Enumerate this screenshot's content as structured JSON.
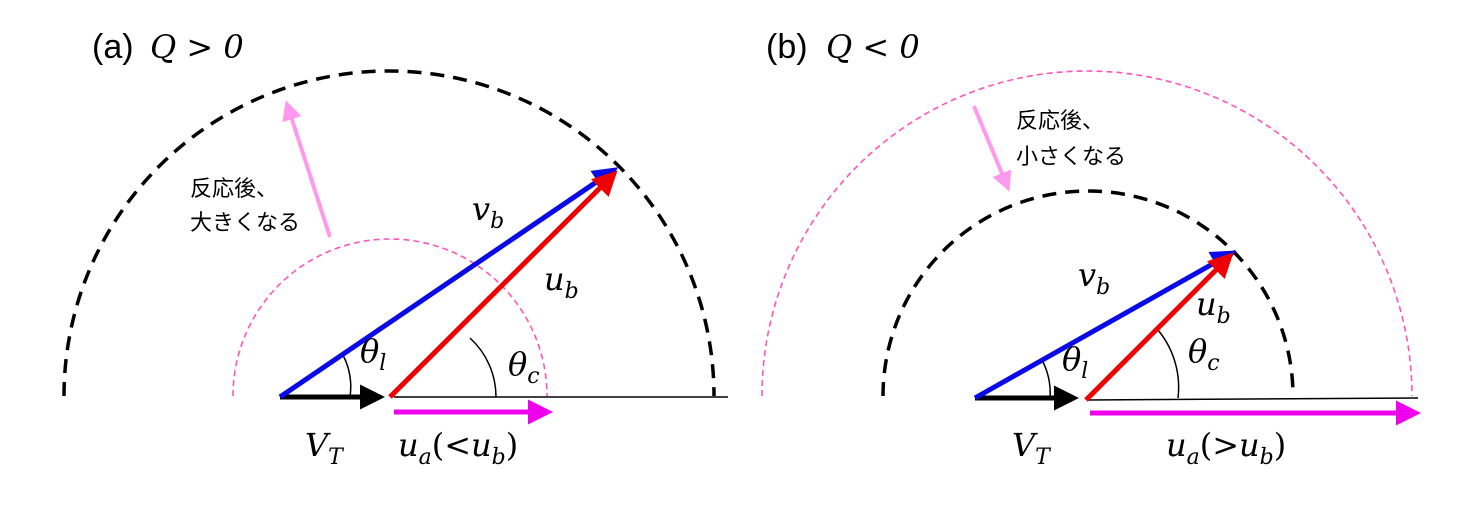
{
  "panel_a": {
    "label": "(a)",
    "condition": "Q > 0",
    "annotation_line1": "反応後、",
    "annotation_line2": "大きくなる",
    "v_b": "v",
    "v_b_sub": "b",
    "u_b": "u",
    "u_b_sub": "b",
    "theta_l": "θ",
    "theta_l_sub": "l",
    "theta_c": "θ",
    "theta_c_sub": "c",
    "V_T": "V",
    "V_T_sub": "T",
    "u_a": "u",
    "u_a_sub": "a",
    "u_a_rel_open": "(<",
    "u_a_rel_var": "u",
    "u_a_rel_sub": "b",
    "u_a_rel_close": ")"
  },
  "panel_b": {
    "label": "(b)",
    "condition": "Q < 0",
    "annotation_line1": "反応後、",
    "annotation_line2": "小さくなる",
    "v_b": "v",
    "v_b_sub": "b",
    "u_b": "u",
    "u_b_sub": "b",
    "theta_l": "θ",
    "theta_l_sub": "l",
    "theta_c": "θ",
    "theta_c_sub": "c",
    "V_T": "V",
    "V_T_sub": "T",
    "u_a": "u",
    "u_a_sub": "a",
    "u_a_rel_open": "(>",
    "u_a_rel_var": "u",
    "u_a_rel_sub": "b",
    "u_a_rel_close": ")"
  },
  "colors": {
    "v_b_arrow": "#0a0ae6",
    "u_b_arrow": "#ee0000",
    "u_a_arrow": "#ee00ee",
    "V_T_arrow": "#000000",
    "pink_dashed_circle": "#ff55bb",
    "light_pink_arrow": "#ff99ee",
    "black_dashed_circle": "#000000"
  }
}
